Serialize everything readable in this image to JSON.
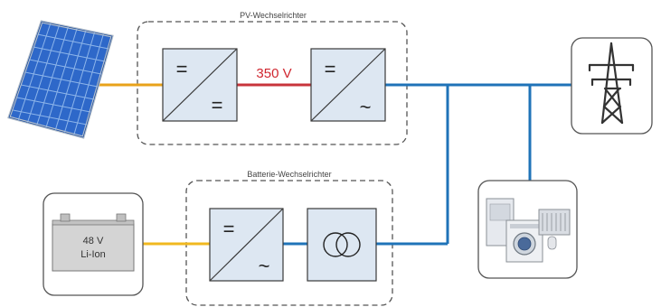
{
  "pv_inverter": {
    "title": "PV-Wechselrichter"
  },
  "battery_inverter": {
    "title": "Batterie-Wechselrichter"
  },
  "dc_link": {
    "voltage_label": "350 V"
  },
  "battery": {
    "voltage": "48 V",
    "chemistry": "Li-Ion"
  },
  "symbols": {
    "dc": "=",
    "ac": "~"
  },
  "colors": {
    "solar_line": "#e8a21a",
    "dc_link_line": "#c8343b",
    "ac_line": "#1f73b8",
    "battery_line": "#f0b81f",
    "voltage_text": "#d0262f",
    "box_fill": "#dde7f2",
    "box_stroke": "#3a3a3a",
    "panel_blue": "#2e68c9"
  }
}
